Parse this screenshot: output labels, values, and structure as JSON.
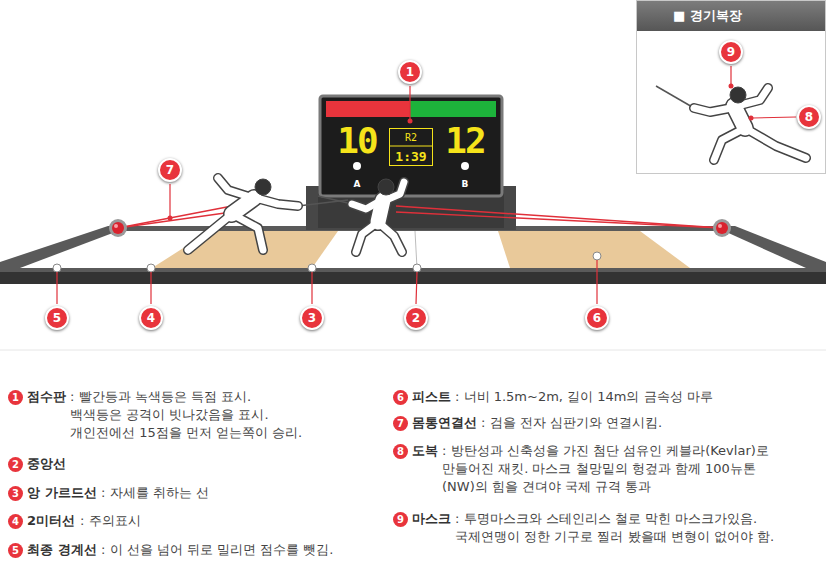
{
  "diagram": {
    "nodes": [
      {
        "text": [
          "■ 경기복장"
        ]
      }
    ],
    "labels": [
      "1",
      "10",
      "R2",
      "1:39",
      "12",
      "A",
      "B",
      "9",
      "8",
      "7",
      "5",
      "4",
      "3",
      "2",
      "6",
      "1",
      "점수판",
      ": 빨간등과 녹색등은 득점 표시. 백색등은 공격이 빗나갔음을 표시. 개인전에선 15점을 먼저 얻는쪽이 승리.",
      "2",
      "중앙선",
      "3",
      "앙 가르드선",
      ": 자세를 취하는 선",
      "4",
      "2미터선",
      ": 주의표시",
      "5",
      "최종 경계선",
      ": 이 선을 넘어 뒤로 밀리면 점수를 뺏김.",
      "6",
      "피스트",
      ": 너비 1.5m~2m, 길이 14m의 금속성 마루",
      "7",
      "몸통연결선",
      ": 검을 전자 심판기와 연결시킴.",
      "8",
      "도복",
      ": 방탄성과 신축성을 가진 첨단 섬유인 케블라(Kevlar)로 만들어진 재킷. 마스크 철망밑의 헝겊과 함께 100뉴톤(NW)의 힘을 견뎌야 국제 규격 통과",
      "9",
      "마스크",
      ": 투명마스크와 스테인리스 철로 막힌 마스크가있음. 국제연맹이 정한 기구로 찔러 봤을때 변형이 없어야 함."
    ]
  }
}
